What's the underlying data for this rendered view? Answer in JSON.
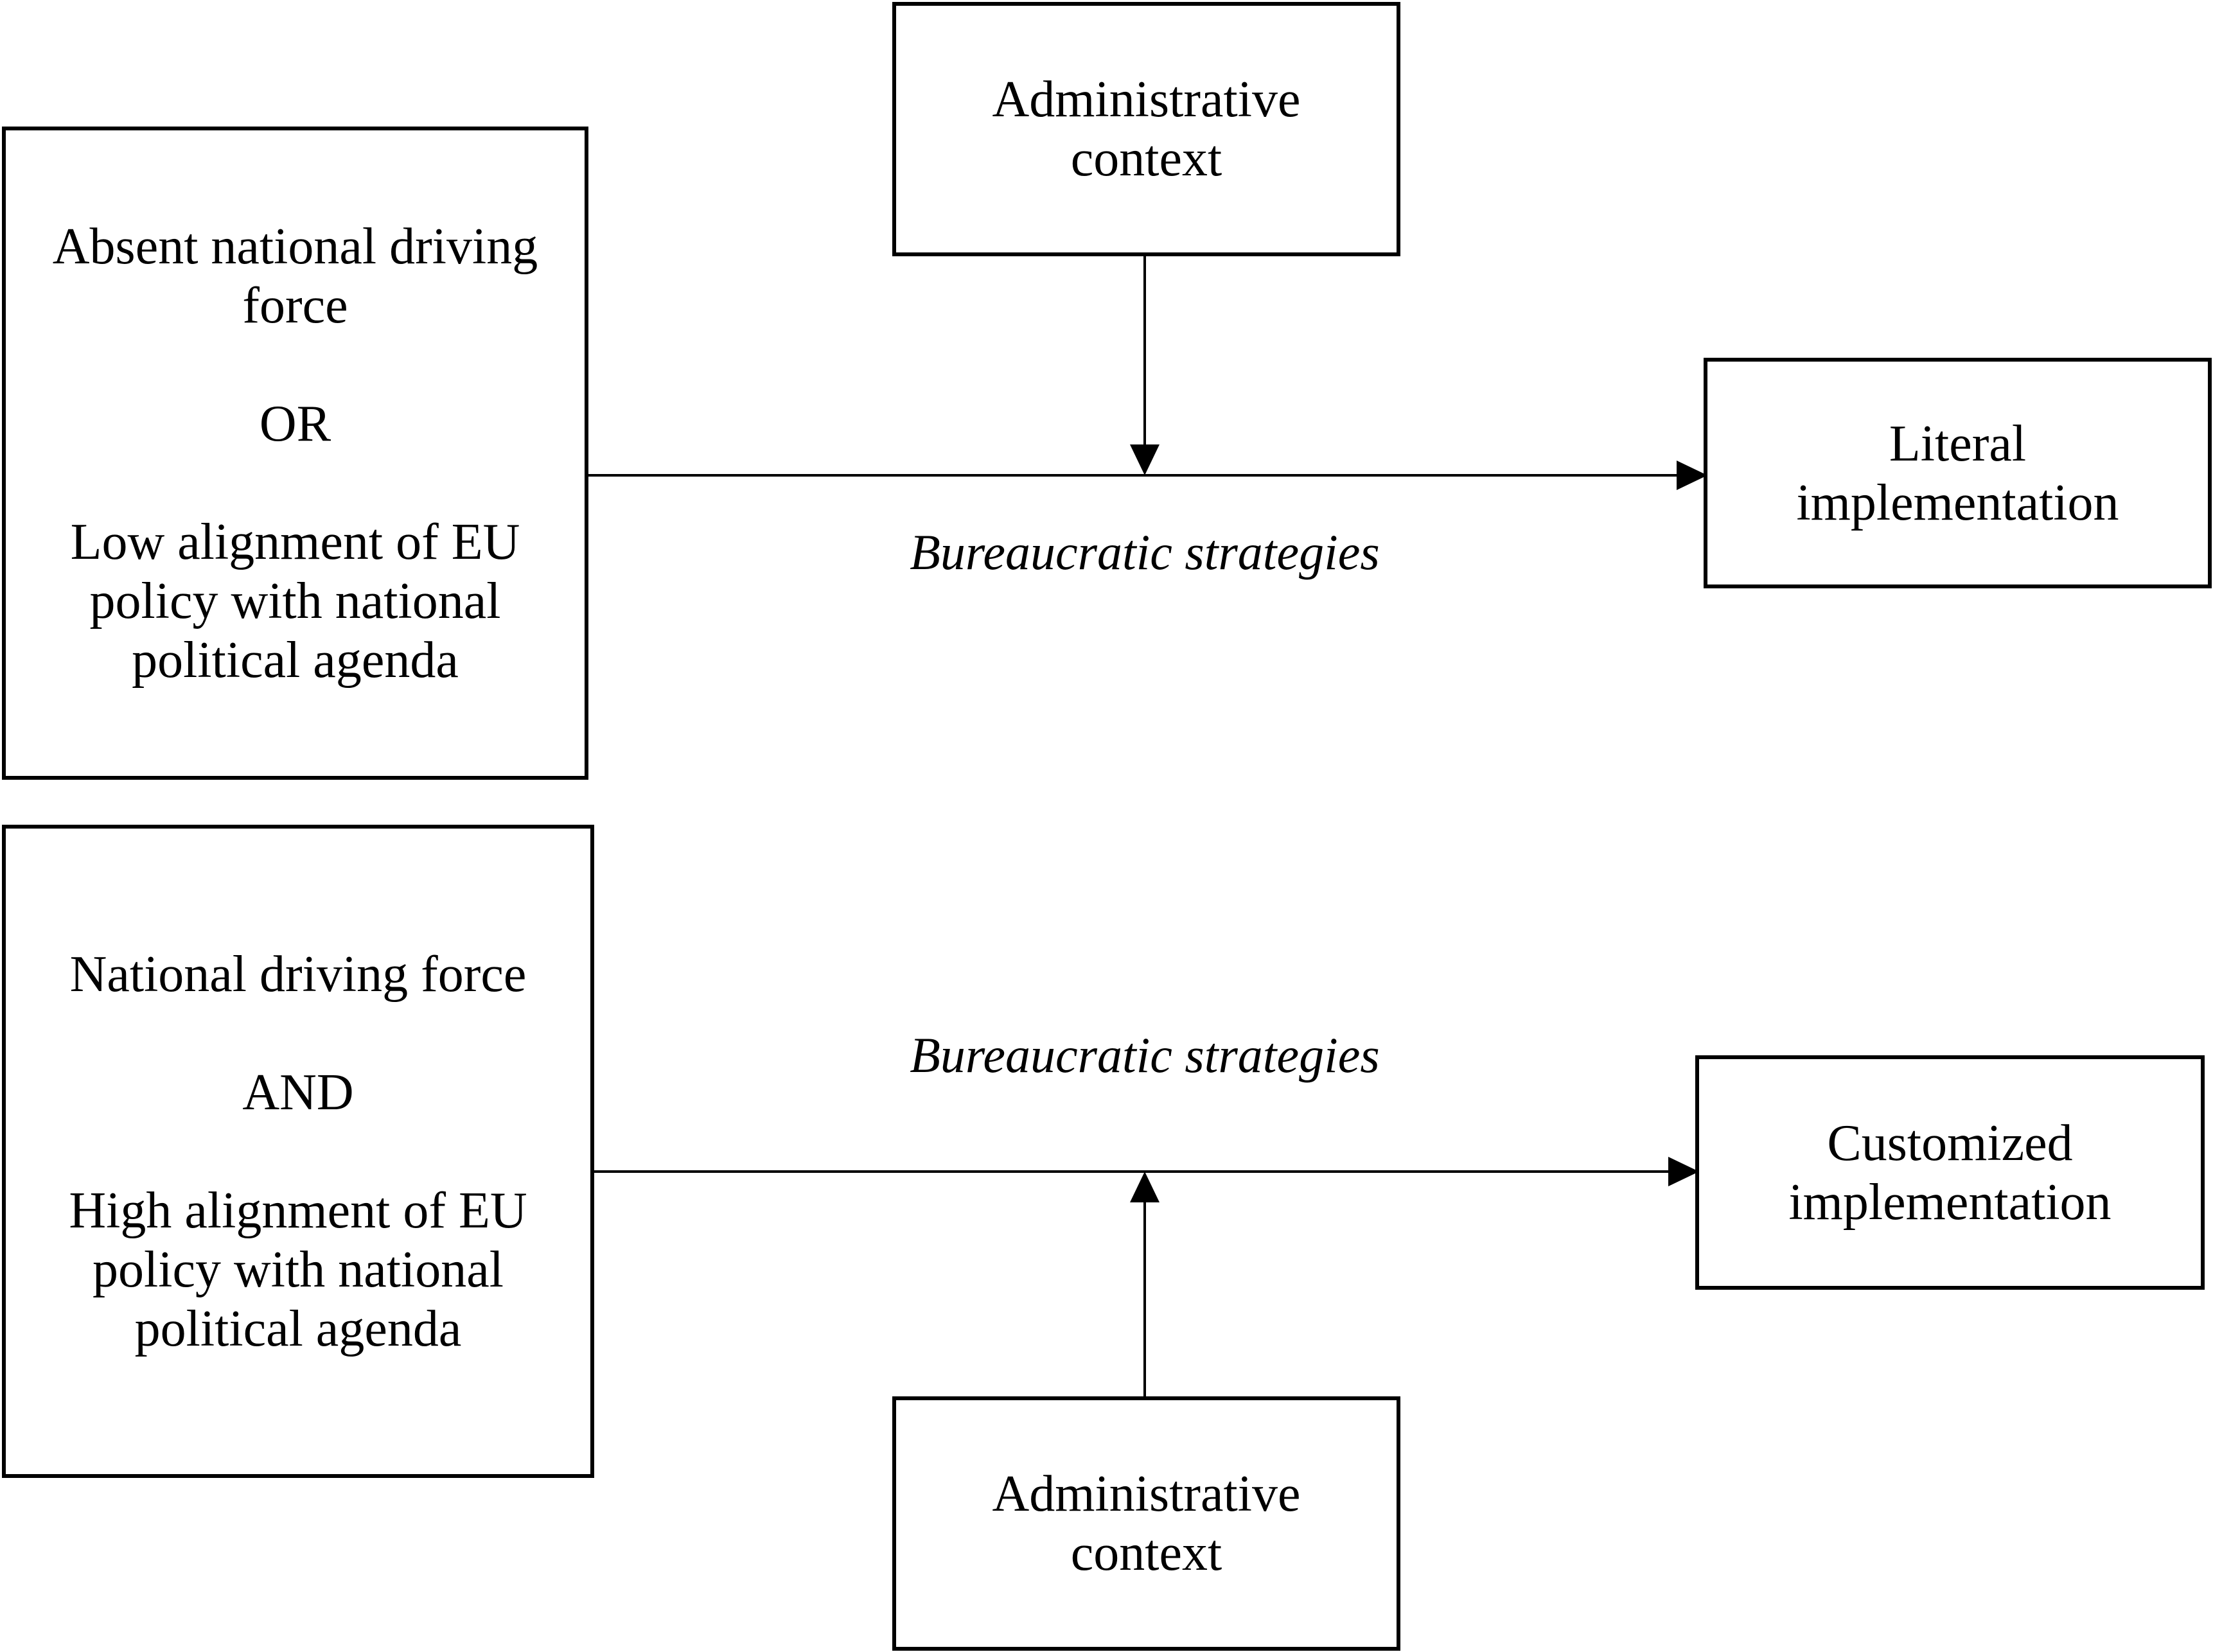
{
  "top_row": {
    "condition_box": {
      "line1": "Absent national driving",
      "line2": "force",
      "connector": "OR",
      "line3": "Low alignment of EU",
      "line4": "policy with national",
      "line5": "political agenda"
    },
    "context_box": {
      "line1": "Administrative",
      "line2": "context"
    },
    "strategy_label": "Bureaucratic strategies",
    "outcome_box": {
      "line1": "Literal",
      "line2": "implementation"
    }
  },
  "bottom_row": {
    "condition_box": {
      "line1": "National driving force",
      "connector": "AND",
      "line2": "High alignment of EU",
      "line3": "policy with national",
      "line4": "political agenda"
    },
    "context_box": {
      "line1": "Administrative",
      "line2": "context"
    },
    "strategy_label": "Bureaucratic strategies",
    "outcome_box": {
      "line1": "Customized",
      "line2": "implementation"
    }
  },
  "colors": {
    "stroke": "#000000",
    "background": "#ffffff"
  }
}
